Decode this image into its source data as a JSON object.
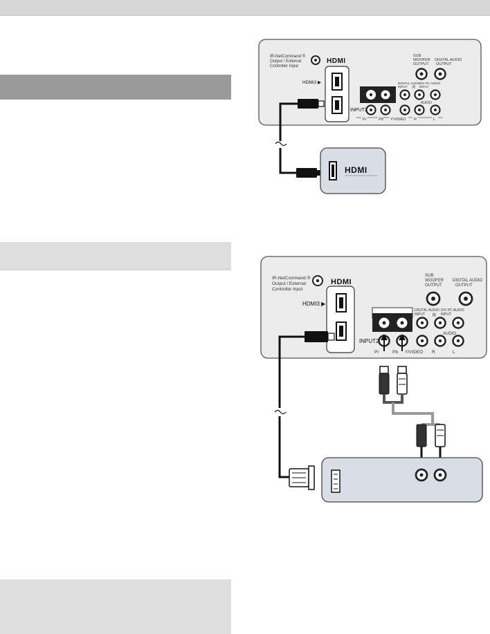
{
  "panel": {
    "ir_lines": [
      "IR-NetCommand ®",
      "Output / External",
      "Controller Input"
    ],
    "hdmi_logo": "HDMI",
    "hdmi3_label": "HDMI3 ▶",
    "sub_woofer_lines": [
      "SUB",
      "WOOFER",
      "OUTPUT"
    ],
    "digital_audio_lines": [
      "DIGITAL AUDIO",
      "OUTPUT"
    ],
    "digital_audio_input_lines": [
      "DIGITAL AUDIO",
      "INPUT"
    ],
    "dvi_audio_lines": [
      "DVI PC AUDIO",
      "INPUT"
    ],
    "audio_label": "AUDIO",
    "r_label": "R",
    "l_label": "L",
    "input2_label": "INPUT2",
    "pr_label": "Pr",
    "pb_label": "Pb",
    "yvideo_label": "Y/VIDEO"
  },
  "device1": {
    "logo": "HDMI"
  }
}
